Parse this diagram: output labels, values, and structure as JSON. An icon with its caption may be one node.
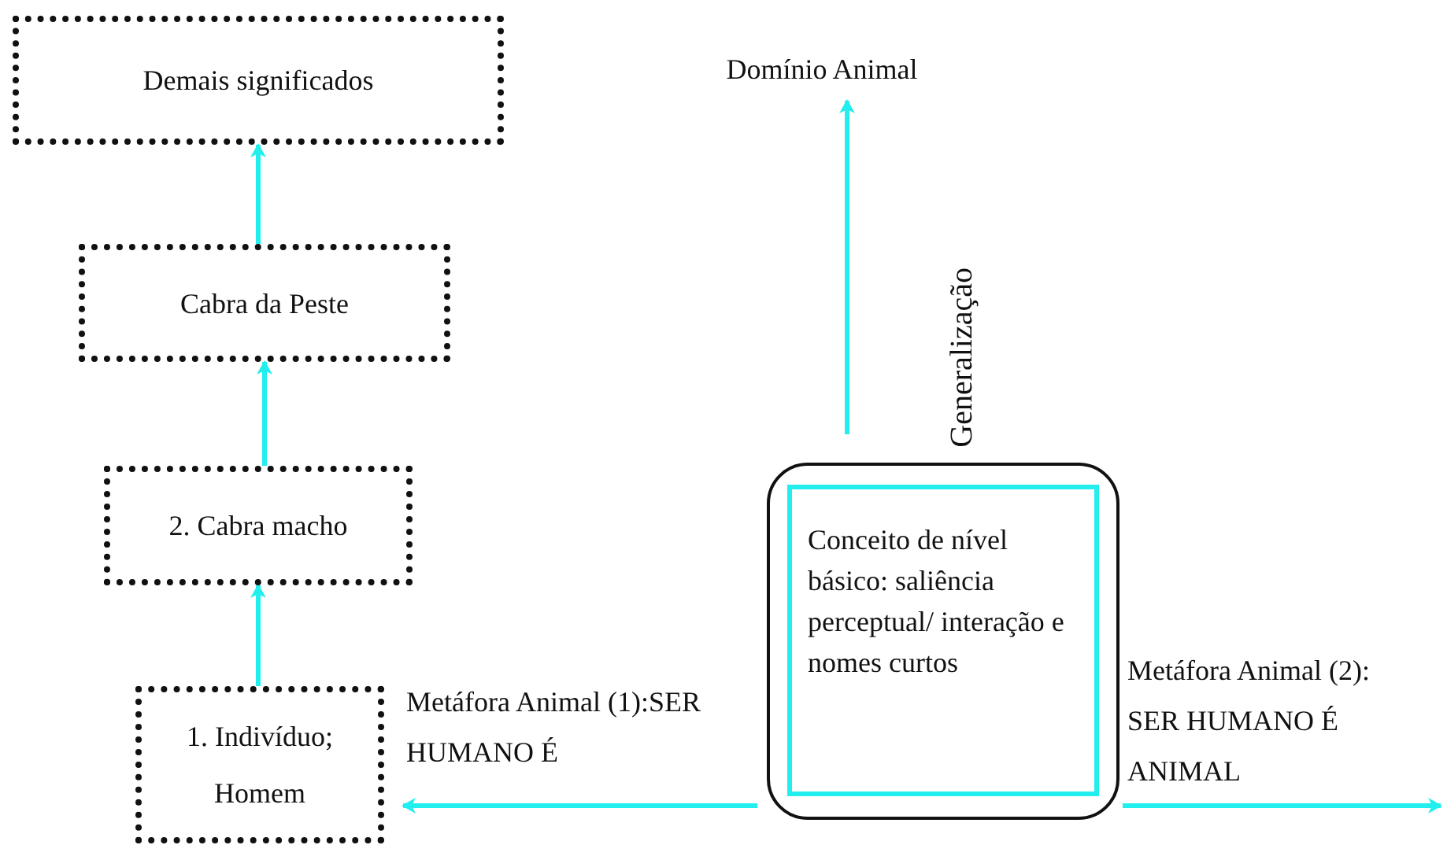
{
  "diagram": {
    "nodes": [
      {
        "text": [
          "Demais significados"
        ]
      },
      {
        "text": [
          "Cabra da Peste"
        ]
      },
      {
        "text": [
          "2. Cabra macho"
        ]
      },
      {
        "text": [
          "1. Indivíduo; Homem"
        ]
      },
      {
        "text": [
          "Conceito de nível básico: saliência perceptual/ interação e nomes curtos"
        ]
      },
      {
        "text": [
          "Domínio Animal"
        ]
      }
    ],
    "edges": [
      {
        "from": 3,
        "to": 2,
        "arrow": "to"
      },
      {
        "from": 2,
        "to": 1,
        "arrow": "to"
      },
      {
        "from": 1,
        "to": 0,
        "arrow": "to"
      },
      {
        "from": 4,
        "to": 5,
        "arrow": "to",
        "label": "Generalização"
      },
      {
        "from": 4,
        "to": 3,
        "arrow": "to",
        "label": "Metáfora Animal (1):SER HUMANO É"
      },
      {
        "from": 4,
        "to": null,
        "arrow": "to",
        "label": "Metáfora Animal (2): SER HUMANO É ANIMAL"
      }
    ]
  }
}
